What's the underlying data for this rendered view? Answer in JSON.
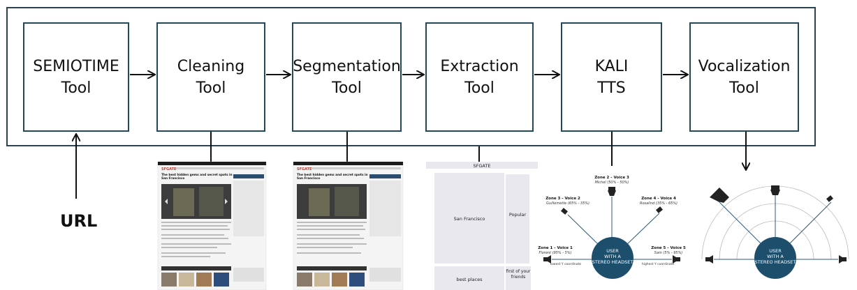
{
  "pipeline": {
    "tools": [
      {
        "line1": "SEMIOTIME",
        "line2": "Tool"
      },
      {
        "line1": "Cleaning",
        "line2": "Tool"
      },
      {
        "line1": "Segmentation",
        "line2": "Tool"
      },
      {
        "line1": "Extraction",
        "line2": "Tool"
      },
      {
        "line1": "KALI",
        "line2": "TTS"
      },
      {
        "line1": "Vocalization",
        "line2": "Tool"
      }
    ],
    "input_label": "URL"
  },
  "extraction_preview": {
    "header": "SFGATE",
    "cell_main": "San Francisco",
    "cell_side": "Popular",
    "cell_bottom": "best places",
    "cell_bottom_right_1": "first of your",
    "cell_bottom_right_2": "friends"
  },
  "tts_diagram": {
    "center_line1": "USER",
    "center_line2": "WITH A",
    "center_line3": "STEREO HEADSET",
    "zone1_title": "Zone 1 - Voice 1",
    "zone1_sub": "Florent (95% - 5%)",
    "zone1_coord": "lowest Y coordinate",
    "zone2_title": "Zone 2 - Voice 3",
    "zone2_sub": "Michel (50% - 50%)",
    "zone3_title": "Zone 3 - Voice 2",
    "zone3_sub": "Guillemette (65% - 35%)",
    "zone4_title": "Zone 4 - Voice 4",
    "zone4_sub": "Rosalind (35% - 65%)",
    "zone5_title": "Zone 5 - Voice 5",
    "zone5_sub": "Sam (5% - 95%)",
    "zone5_coord": "highest Y coordinate"
  },
  "vocalization_diagram": {
    "center_line1": "USER",
    "center_line2": "WITH A",
    "center_line3": "STEREO HEADSET"
  },
  "webpage_previews": {
    "logo": "SFGATE",
    "headline1": "The best hidden gems and secret spots in",
    "headline2": "San Francisco"
  },
  "colors": {
    "frame": "#2b4350",
    "box": "#23485a",
    "user_circle": "#1d4e6b"
  }
}
